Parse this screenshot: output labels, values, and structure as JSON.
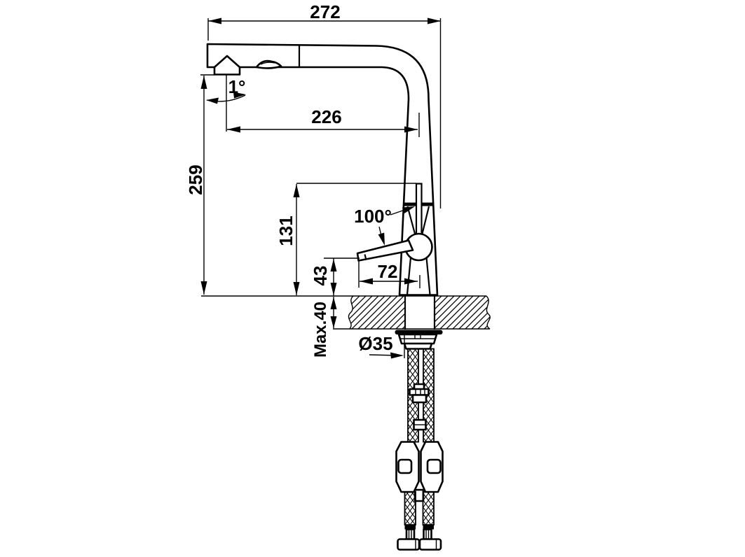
{
  "drawing": {
    "subject": "pull-out kitchen faucet side view with installation dimensions",
    "units_implied": "mm",
    "colors": {
      "line": "#000000",
      "background": "#ffffff"
    },
    "dimensions": {
      "overall_width_mm": "272",
      "spout_reach_mm": "226",
      "height_to_spout_mm": "259",
      "height_to_handle_top_mm": "131",
      "base_to_handle_mm": "43",
      "handle_projection_mm": "72",
      "spout_swivel_angle": "1°",
      "handle_open_angle": "100°",
      "max_counter_thickness": "Max.40",
      "hole_diameter": "Ø35"
    }
  }
}
